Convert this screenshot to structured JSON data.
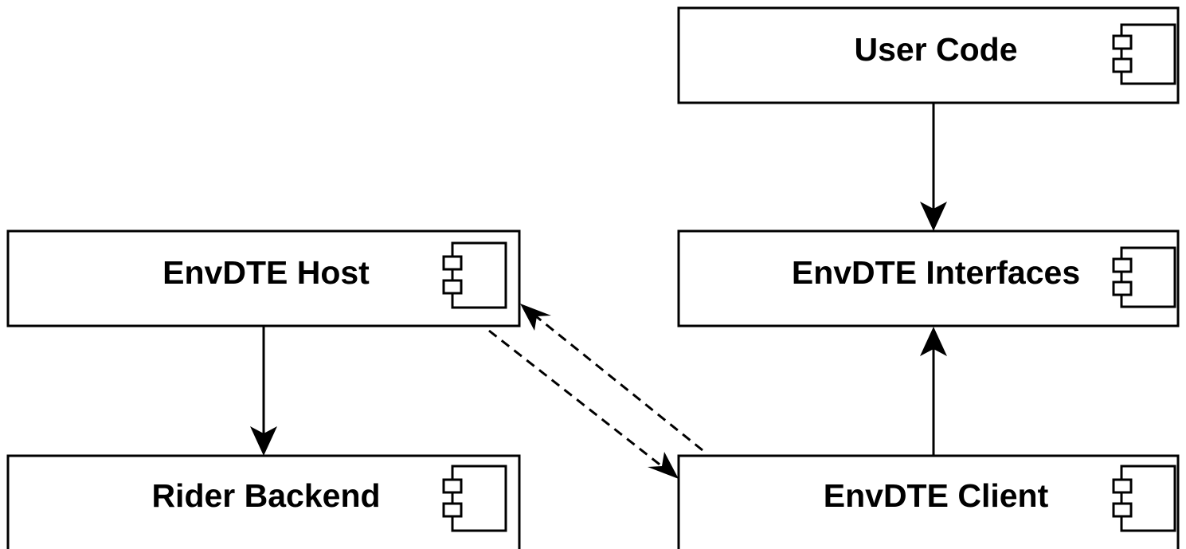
{
  "diagram": {
    "components": {
      "user_code": {
        "label": "User Code"
      },
      "envdte_interfaces": {
        "label": "EnvDTE Interfaces"
      },
      "envdte_host": {
        "label": "EnvDTE Host"
      },
      "rider_backend": {
        "label": "Rider Backend"
      },
      "envdte_client": {
        "label": "EnvDTE Client"
      }
    },
    "connections": [
      {
        "from": "User Code",
        "to": "EnvDTE Interfaces",
        "style": "solid"
      },
      {
        "from": "EnvDTE Client",
        "to": "EnvDTE Interfaces",
        "style": "solid"
      },
      {
        "from": "EnvDTE Host",
        "to": "Rider Backend",
        "style": "solid"
      },
      {
        "from": "EnvDTE Host",
        "to": "EnvDTE Client",
        "style": "dashed"
      },
      {
        "from": "EnvDTE Client",
        "to": "EnvDTE Host",
        "style": "dashed"
      }
    ]
  }
}
